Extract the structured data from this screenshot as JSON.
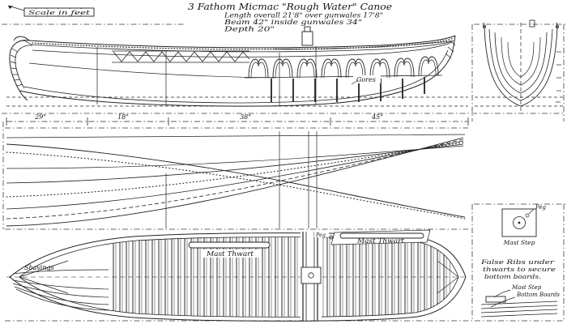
{
  "header": {
    "scale_label": "Scale in feet",
    "title": "3 Fathom  Micmac  \"Rough Water\"  Canoe",
    "spec_length": "Length  overall  21'8\"   over  gunwales  17'8\"",
    "spec_beam": "Beam   42\"   inside  gunwales  34\"",
    "spec_depth": "Depth   20\""
  },
  "profile": {
    "gores_label": "Gores"
  },
  "dimension_line": {
    "segments": [
      "29\"",
      "18\"",
      "38\"",
      "45\""
    ]
  },
  "plan": {
    "shavings_label": "Shavings",
    "peg_label": "Peg",
    "mast_thwart_1": "Mast Thwart",
    "mast_thwart_2": "Mast Thwart"
  },
  "details": {
    "peg_label": "Peg",
    "mast_step_plan_label": "Mast Step",
    "note_line1": "False Ribs under",
    "note_line2": "thwarts to secure",
    "note_line3": "bottom boards.",
    "mast_step_side_label": "Mast Step",
    "bottom_boards_label": "Bottom Boards"
  },
  "colors": {
    "ink": "#1b1b1b",
    "paper": "#ffffff"
  }
}
